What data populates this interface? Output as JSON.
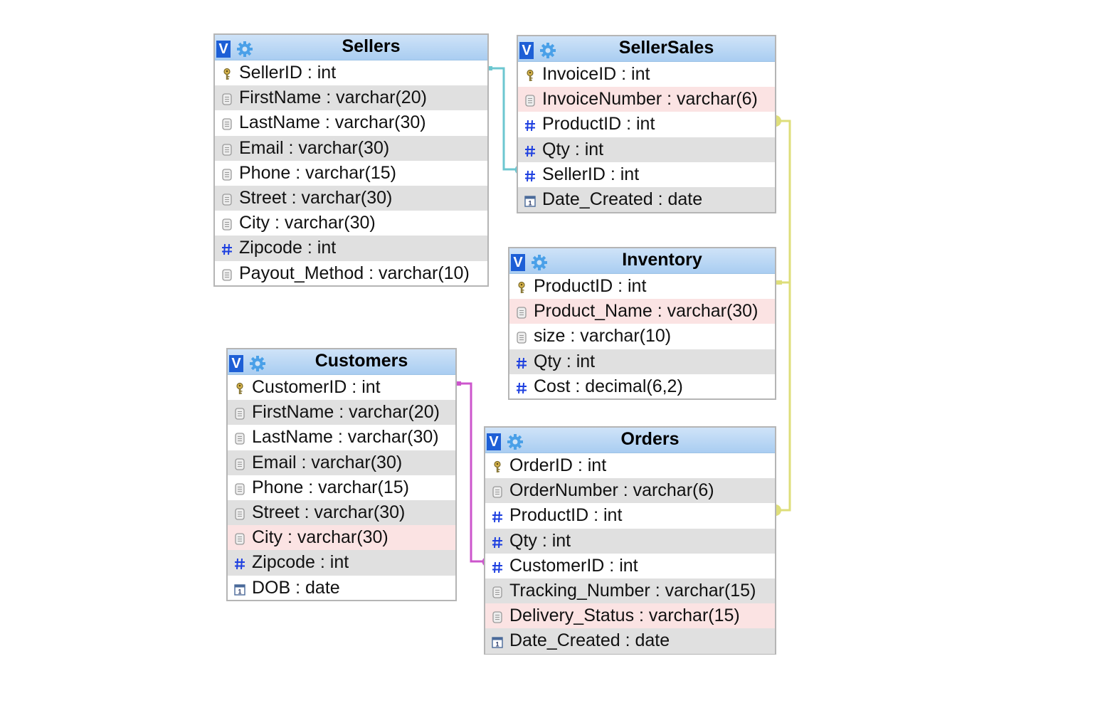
{
  "tables": {
    "sellers": {
      "title": "Sellers",
      "fields": [
        {
          "label": "SellerID : int",
          "icon": "key-icon",
          "shade": "white"
        },
        {
          "label": "FirstName : varchar(20)",
          "icon": "text-field-icon",
          "shade": "gray"
        },
        {
          "label": "LastName : varchar(30)",
          "icon": "text-field-icon",
          "shade": "white"
        },
        {
          "label": "Email : varchar(30)",
          "icon": "text-field-icon",
          "shade": "gray"
        },
        {
          "label": "Phone : varchar(15)",
          "icon": "text-field-icon",
          "shade": "white"
        },
        {
          "label": "Street : varchar(30)",
          "icon": "text-field-icon",
          "shade": "gray"
        },
        {
          "label": "City : varchar(30)",
          "icon": "text-field-icon",
          "shade": "white"
        },
        {
          "label": "Zipcode : int",
          "icon": "number-field-icon",
          "shade": "gray"
        },
        {
          "label": "Payout_Method : varchar(10)",
          "icon": "text-field-icon",
          "shade": "white"
        }
      ]
    },
    "sellersales": {
      "title": "SellerSales",
      "fields": [
        {
          "label": "InvoiceID : int",
          "icon": "key-icon",
          "shade": "white"
        },
        {
          "label": "InvoiceNumber : varchar(6)",
          "icon": "text-field-icon",
          "shade": "pink"
        },
        {
          "label": "ProductID : int",
          "icon": "number-field-icon",
          "shade": "white"
        },
        {
          "label": "Qty : int",
          "icon": "number-field-icon",
          "shade": "gray"
        },
        {
          "label": "SellerID : int",
          "icon": "number-field-icon",
          "shade": "white"
        },
        {
          "label": "Date_Created : date",
          "icon": "date-field-icon",
          "shade": "gray"
        }
      ]
    },
    "inventory": {
      "title": "Inventory",
      "fields": [
        {
          "label": "ProductID : int",
          "icon": "key-icon",
          "shade": "white"
        },
        {
          "label": "Product_Name : varchar(30)",
          "icon": "text-field-icon",
          "shade": "pink"
        },
        {
          "label": "size : varchar(10)",
          "icon": "text-field-icon",
          "shade": "white"
        },
        {
          "label": "Qty : int",
          "icon": "number-field-icon",
          "shade": "gray"
        },
        {
          "label": "Cost : decimal(6,2)",
          "icon": "number-field-icon",
          "shade": "white"
        }
      ]
    },
    "customers": {
      "title": "Customers",
      "fields": [
        {
          "label": "CustomerID : int",
          "icon": "key-icon",
          "shade": "white"
        },
        {
          "label": "FirstName : varchar(20)",
          "icon": "text-field-icon",
          "shade": "gray"
        },
        {
          "label": "LastName : varchar(30)",
          "icon": "text-field-icon",
          "shade": "white"
        },
        {
          "label": "Email : varchar(30)",
          "icon": "text-field-icon",
          "shade": "gray"
        },
        {
          "label": "Phone : varchar(15)",
          "icon": "text-field-icon",
          "shade": "white"
        },
        {
          "label": "Street : varchar(30)",
          "icon": "text-field-icon",
          "shade": "gray"
        },
        {
          "label": "City : varchar(30)",
          "icon": "text-field-icon",
          "shade": "pink"
        },
        {
          "label": "Zipcode : int",
          "icon": "number-field-icon",
          "shade": "gray"
        },
        {
          "label": "DOB : date",
          "icon": "date-field-icon",
          "shade": "white"
        }
      ]
    },
    "orders": {
      "title": "Orders",
      "fields": [
        {
          "label": "OrderID : int",
          "icon": "key-icon",
          "shade": "white"
        },
        {
          "label": "OrderNumber : varchar(6)",
          "icon": "text-field-icon",
          "shade": "gray"
        },
        {
          "label": "ProductID : int",
          "icon": "number-field-icon",
          "shade": "white"
        },
        {
          "label": "Qty : int",
          "icon": "number-field-icon",
          "shade": "gray"
        },
        {
          "label": "CustomerID : int",
          "icon": "number-field-icon",
          "shade": "white"
        },
        {
          "label": "Tracking_Number : varchar(15)",
          "icon": "text-field-icon",
          "shade": "gray"
        },
        {
          "label": "Delivery_Status : varchar(15)",
          "icon": "text-field-icon",
          "shade": "pink"
        },
        {
          "label": "Date_Created : date",
          "icon": "date-field-icon",
          "shade": "gray"
        }
      ]
    }
  },
  "header_badge": "V",
  "relationships": [
    {
      "from": "sellers.SellerID",
      "to": "sellersales.SellerID",
      "color": "#6cc7d0"
    },
    {
      "from": "inventory.ProductID",
      "to": "sellersales.ProductID",
      "color": "#dede7a"
    },
    {
      "from": "inventory.ProductID",
      "to": "orders.ProductID",
      "color": "#dede7a"
    },
    {
      "from": "customers.CustomerID",
      "to": "orders.CustomerID",
      "color": "#cc55cc"
    }
  ],
  "colors": {
    "header_top": "#cfe3f8",
    "header_bottom": "#a9cdf1",
    "badge": "#1d5fd6",
    "row_gray": "#e0e0e0",
    "row_pink": "#fbe3e3",
    "number_icon": "#1d3fe0"
  }
}
